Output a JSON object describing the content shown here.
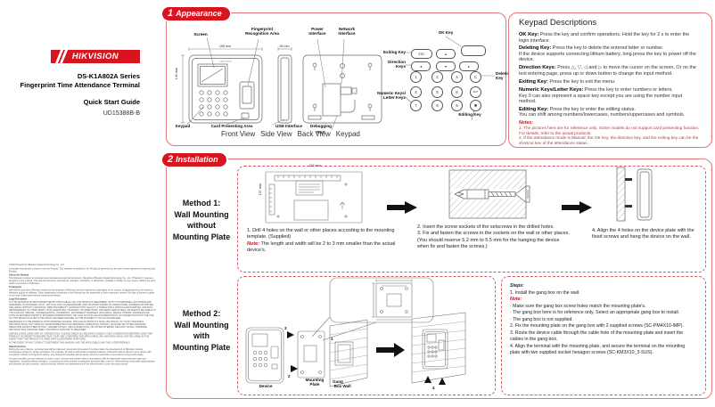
{
  "sidebar": {
    "logo_text": "HIKVISION",
    "product_series": "DS-K1A802A Series",
    "product_name": "Fingerprint Time Attendance Terminal",
    "doc_title": "Quick Start Guide",
    "doc_code": "UD15388B-B",
    "legal": {
      "copyright": "©2020 Hangzhou Hikvision Digital Technology Co., Ltd.",
      "intro": "It includes instructions on how to use the Product. The software embodied in the Product is governed by the user license agreement covering that Product.",
      "about_heading": "About this Manual",
      "about_body": "This Manual is subject to domestic and international copyright protection. Hangzhou Hikvision Digital Technology Co., Ltd. (\"Hikvision\") reserves all rights to this manual. This manual cannot be reproduced, changed, translated, or distributed, partially or wholly, by any means, without the prior written permission of Hikvision.",
      "trademarks_heading": "Trademarks",
      "trademarks_body": "HIKVISION and other Hikvision marks are the property of Hikvision and are registered trademarks or the subject of applications for the same by Hikvision and/or its affiliates. Other trademarks mentioned in this Manual are the properties of their respective owners. No right of license is given to use such trademarks without express permission.",
      "disclaimer_heading": "Legal Disclaimer",
      "disclaimer_body1": "TO THE MAXIMUM EXTENT PERMITTED BY APPLICABLE LAW, THE PRODUCT DESCRIBED, WITH ITS HARDWARE, SOFTWARE AND FIRMWARE, IS PROVIDED \"AS IS\", WITH ALL FAULTS AND ERRORS, AND HIKVISION MAKES NO WARRANTIES, EXPRESS OR IMPLIED, INCLUDING WITHOUT LIMITATION, MERCHANTABILITY, SATISFACTORY QUALITY, FITNESS FOR A PARTICULAR PURPOSE, AND NON-INFRINGEMENT OF THIRD PARTY. IN NO EVENT WILL HIKVISION, ITS DIRECTORS, OFFICERS, EMPLOYEES, OR AGENTS BE LIABLE TO YOU FOR ANY SPECIAL, CONSEQUENTIAL, INCIDENTAL, OR INDIRECT DAMAGES, INCLUDING, AMONG OTHERS, DAMAGES FOR LOSS OF BUSINESS PROFITS, BUSINESS INTERRUPTION, OR LOSS OF DATA OR DOCUMENTATION, IN CONNECTION WITH THE USE OF THIS PRODUCT, EVEN IF HIKVISION HAS BEEN ADVISED OF THE POSSIBILITY OF SUCH DAMAGES.",
      "disclaimer_body2": "REGARDING TO THE PRODUCT WITH INTERNET ACCESS, THE USE OF PRODUCT SHALL BE WHOLLY AT YOUR OWN RISKS. HIKVISION SHALL NOT TAKE ANY RESPONSIBILITIES FOR ABNORMAL OPERATION, PRIVACY LEAKAGE OR OTHER DAMAGES RESULTING FROM CYBER ATTACK, HACKER ATTACK, VIRUS INSPECTION, OR OTHER INTERNET SECURITY RISKS; HOWEVER, HIKVISION WILL PROVIDE TIMELY TECHNICAL SUPPORT IF REQUIRED.",
      "disclaimer_body3": "SURVEILLANCE LAWS VARY BY JURISDICTION. PLEASE CHECK ALL RELEVANT LAWS IN YOUR JURISDICTION BEFORE USING THIS PRODUCT IN ORDER TO ENSURE THAT YOUR USE CONFORMS THE APPLICABLE LAW. HIKVISION SHALL NOT BE LIABLE IN THE EVENT THAT THIS PRODUCT IS USED WITH ILLEGITIMATE PURPOSES.",
      "disclaimer_body4": "IN THE EVENT OF ANY CONFLICTS BETWEEN THIS MANUAL AND THE APPLICABLE LAW, THE LATER PREVAILS.",
      "data_protection_heading": "Data Protection",
      "data_protection_body1": "During the use of device, personal data will be collected, stored and processed. To protect data, the development of Hikvision devices incorporates privacy by design principles. For example, for device with facial recognition features, biometrics data is stored in your device with encryption method; for fingerprint device, only fingerprint template will be saved, which is impossible to reconstruct a fingerprint image.",
      "data_protection_body2": "As data controller, you are advised to collect, store, process and transfer data in accordance with the applicable data protection laws and regulations, including without limitation, conducting security controls to safeguard personal data, such as, implementing reasonable administrative and physical security controls, conduct periodic reviews and assessments of the effectiveness of your security controls."
    }
  },
  "appearance": {
    "badge_num": "1",
    "badge_label": "Appearance",
    "device_brand": "HIKVISION",
    "labels": {
      "screen": "Screen",
      "fingerprint": "Fingerprint\nRecognition Area",
      "power": "Power\nInterface",
      "network": "Network\nInterface",
      "dim_width": "155 mm",
      "dim_height": "140 mm",
      "dim_depth": "28 mm",
      "keypad": "Keypad",
      "card": "Card Presenting Area",
      "usb": "USB Interface",
      "debugging": "Debugging",
      "port": "Port"
    },
    "views": {
      "front": "Front View",
      "side": "Side View",
      "back": "Back View",
      "keypad": "Keypad"
    },
    "keypad_diagram": {
      "ok_label": "OK Key",
      "exiting_label": "Exiting Key",
      "direction_label": "Direction\nKeys",
      "deleting_label": "Deleting\nKey",
      "numeric_label": "Numeric Keys/\nLetter Keys",
      "editing_label": "Editing Key",
      "keys": {
        "esc": "ESC",
        "up": "▲",
        "down": "▼",
        "left": "◄",
        "right": "►",
        "del": "C",
        "ent": "ENT",
        "edit": "✱",
        "digits": [
          "1",
          "2",
          "3",
          "4",
          "5",
          "6",
          "7",
          "8",
          "9"
        ]
      }
    }
  },
  "keypad_descriptions": {
    "title": "Keypad Descriptions",
    "items": [
      {
        "label": "OK Key:",
        "text": "Press the key and confirm operations. Hold the key for 2 s to enter the login interface."
      },
      {
        "label": "Deleting Key:",
        "text": "Press the key to delete the entered letter or number.\nIf the device supports connecting lithium battery, long press the key to power off the device."
      },
      {
        "label": "Direction Keys:",
        "text": "Press △, ▽, ◁ and ▷ to move the cursor on the screen. Or on the text entering page, press up or down button to change the input method."
      },
      {
        "label": "Exiting Key:",
        "text": "Press the key to exit the menu."
      },
      {
        "label": "Numeric Keys/Letter Keys:",
        "text": "Press the key to enter numbers or letters.\nKey 0 can also represent a space key except you are using the number input method."
      },
      {
        "label": "Editing Key:",
        "text": "Press the key to enter the editing status.\nYou can shift among numbers/lowercases, numbers/uppercases and symbols."
      }
    ],
    "notes_label": "Notes:",
    "notes": [
      "1. The pictures here are for reference only. Some models do not support card presenting function. For details, refer to the actual products.",
      "2. If the attendance mode is Manual, the OK key, the direction key, and the exiting key can be the shortcut key of the attendance status."
    ]
  },
  "installation": {
    "badge_num": "2",
    "badge_label": "Installation",
    "method1": {
      "title": "Method 1:\nWall Mounting\nwithout\nMounting Plate",
      "template_dim_w": "152 mm",
      "template_dim_h": "137 mm",
      "step1": "1. Drill 4 holes on the wall or other places according to the mounting template. (Supplied)",
      "note_label": "Note:",
      "note_text": "The length and width will be 2 to 3 mm smaller than the actual device's.",
      "step2": "2. Insert the screw sockets of the setscrews in the drilled holes.",
      "step3": "3. Fix and fasten the screws in the sockets on the wall or other places. (You should reserve 5.2 mm to 5.5 mm for the hanging the device when fix and fasten the screws.)",
      "step4": "4. Align the 4 holes on the device plate with the fixed screws and hang the device on the wall."
    },
    "method2": {
      "title": "Method 2:\nWall Mounting\nwith\nMounting Plate",
      "labels": {
        "device": "Device",
        "mounting_plate": "Mounting\nPlate",
        "gang_box": "Gang\nBox",
        "wall": "Wall",
        "n1": "1",
        "n2": "2",
        "n3": "3",
        "n4": "4"
      },
      "steps": {
        "heading": "Steps:",
        "step1": "1. Install the gang box on the wall.",
        "note_label": "Note:",
        "bullets": [
          "· Make sure the gang box screw holes match the mounting plate's.",
          "· The gang box here is for reference only. Select an appropriate gang box to install.",
          "· The gang box is not supplied."
        ],
        "step2": "2. Fix the mounting plate on the gang box with 2 supplied screws (SC-PM4X10-IMP).",
        "step3": "3. Route the device cable through the cable hole of the mounting plate and insert the cables in the gang box.",
        "step4": "4. Align the terminal with the mounting plate, and secure the terminal on the mounting plate with two supplied socket hexagon screws (SC-KM3X10_3-SUS)."
      }
    }
  }
}
